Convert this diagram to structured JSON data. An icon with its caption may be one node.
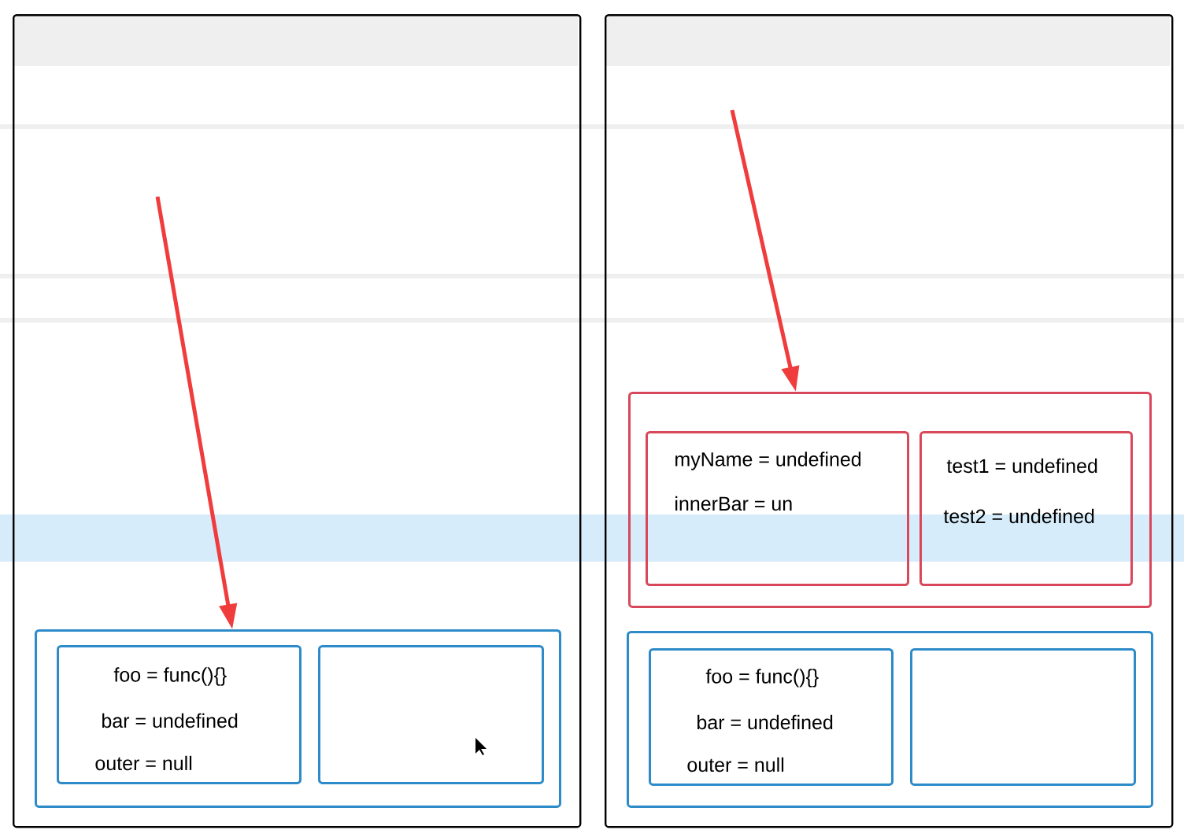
{
  "diagram": {
    "nodes": [
      {
        "text": [],
        "shape": "box"
      },
      {
        "text": [],
        "shape": "box",
        "in": 0
      },
      {
        "text": [
          "foo = func(){}",
          "bar = undefined",
          "outer = null"
        ],
        "in": 1
      },
      {
        "text": [],
        "shape": "box",
        "in": 1
      },
      {
        "text": [],
        "shape": "box"
      },
      {
        "text": [],
        "shape": "box",
        "in": 4
      },
      {
        "text": [
          "myName = undefined",
          "innerBar = un"
        ],
        "in": 5
      },
      {
        "text": [
          "test1 = undefined",
          "test2 = undefined"
        ],
        "in": 5
      },
      {
        "text": [],
        "shape": "box",
        "in": 4
      },
      {
        "text": [
          "foo = func(){}",
          "bar = undefined",
          "outer = null"
        ],
        "in": 8
      },
      {
        "text": [],
        "shape": "box",
        "in": 8
      }
    ],
    "edges": [
      {
        "from": null,
        "to": 1,
        "arrow": "to"
      },
      {
        "from": null,
        "to": 5,
        "arrow": "to"
      }
    ]
  }
}
